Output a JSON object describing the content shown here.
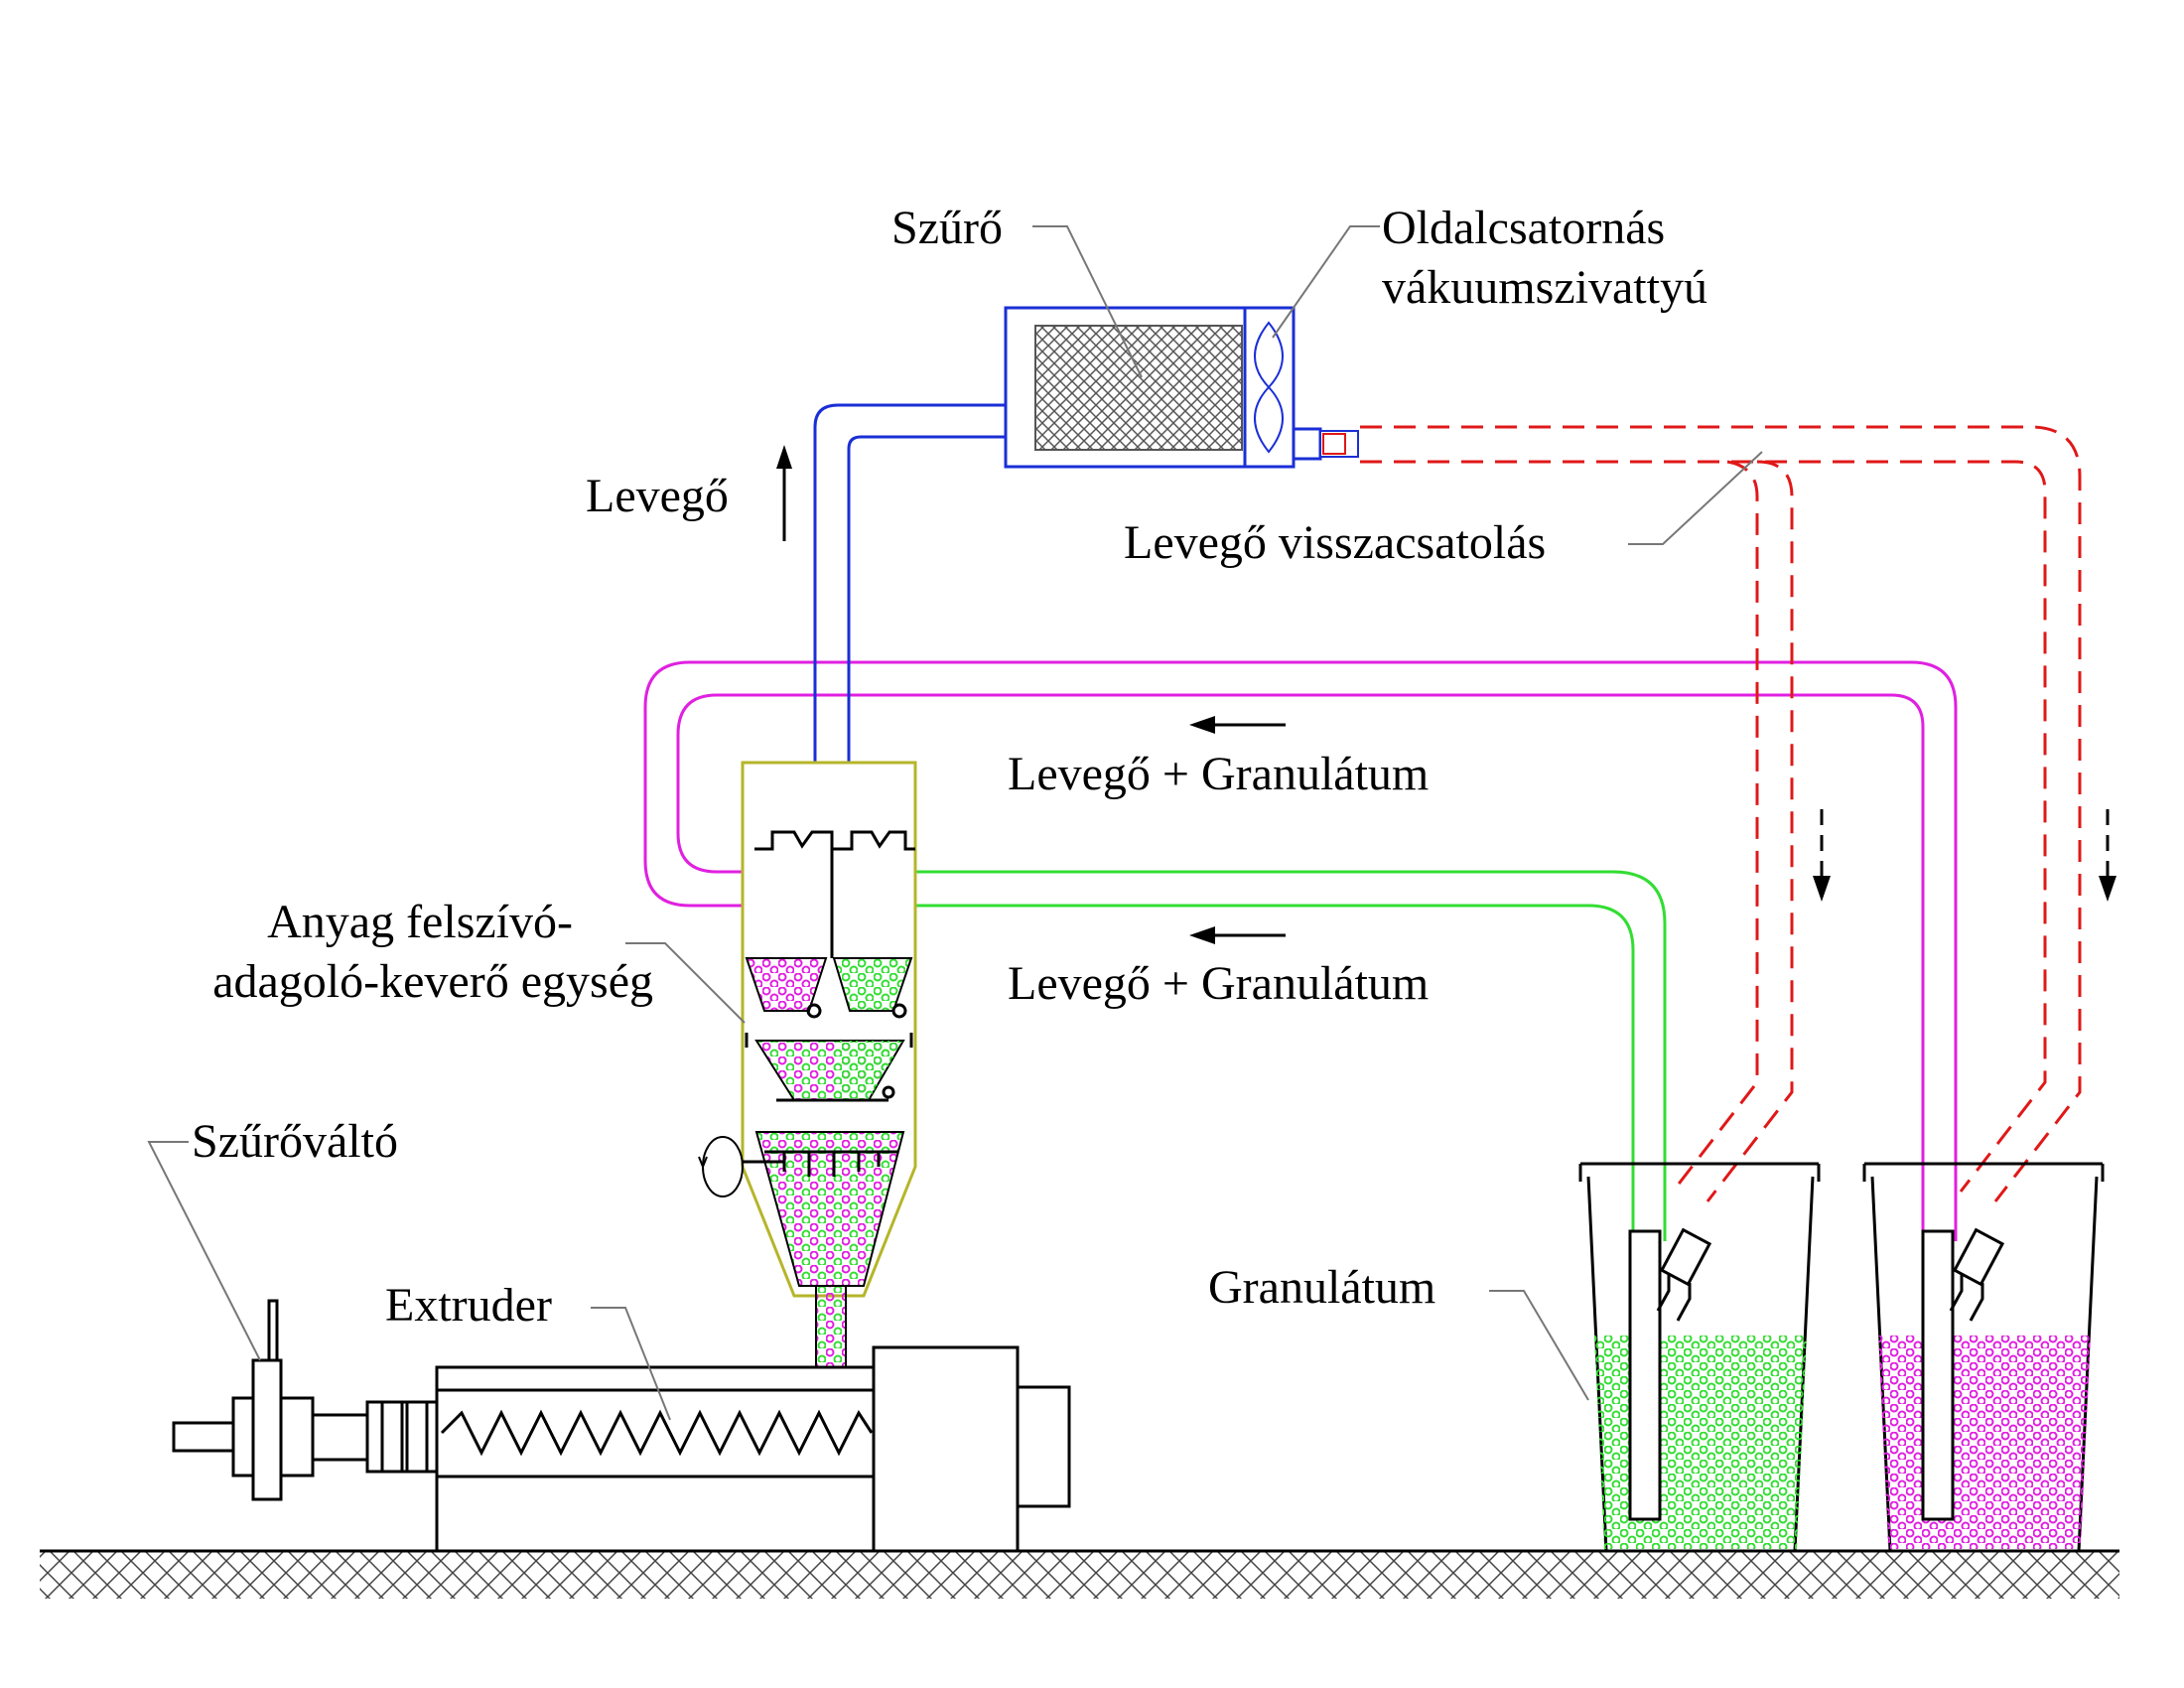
{
  "labels": {
    "filter": "Szűrő",
    "pump_line1": "Oldalcsatornás",
    "pump_line2": "vákuumszivattyú",
    "air": "Levegő",
    "air_feedback": "Levegő visszacsatolás",
    "air_granulate_top": "Levegő + Granulátum",
    "air_granulate_bottom": "Levegő + Granulátum",
    "unit_line1": "Anyag felszívó-",
    "unit_line2": "adagoló-keverő egység",
    "screen_changer": "Szűrőváltó",
    "extruder": "Extruder",
    "granulate": "Granulátum"
  },
  "colors": {
    "vacuum_line": "#1a2fd6",
    "magenta_line": "#e020e0",
    "green_line": "#33dd33",
    "feedback_line": "#e01818",
    "hopper_outline": "#b5b52a",
    "granulate_green": "#33dd33",
    "granulate_magenta": "#e020e0"
  },
  "icons": [
    "arrow-up-icon",
    "arrow-left-icon",
    "dashed-arrow-down-icon",
    "fan-icon",
    "rotation-icon"
  ]
}
